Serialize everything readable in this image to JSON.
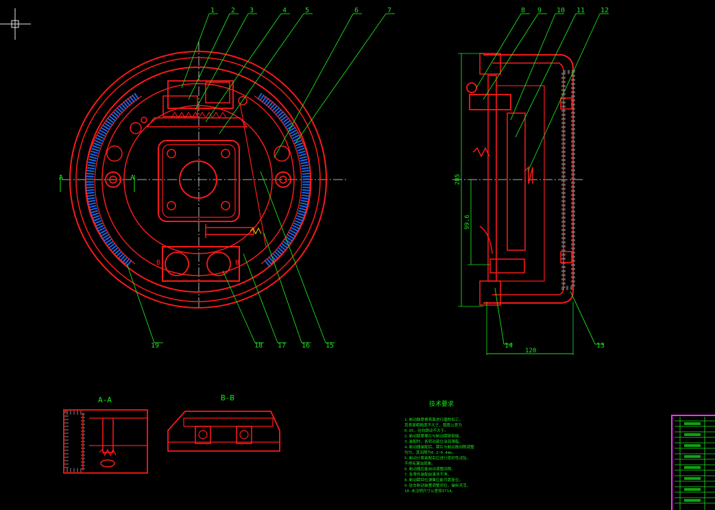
{
  "balloons_front": [
    "1",
    "2",
    "3",
    "4",
    "5",
    "6",
    "7"
  ],
  "balloons_side_top": [
    "8",
    "9",
    "10",
    "11",
    "12"
  ],
  "balloons_bottom": [
    "19",
    "18",
    "17",
    "16",
    "15"
  ],
  "balloons_side_bottom": [
    "14",
    "13"
  ],
  "section_marks": {
    "a_left": "A",
    "a_right": "A",
    "b_left": "B",
    "b_right": "B"
  },
  "dimensions": {
    "dia_outer": "285",
    "dia_inner": "99.6",
    "width": "120"
  },
  "section_titles": {
    "aa": "A-A",
    "bb": "B-B"
  },
  "notes_title": "技术要求",
  "notes": [
    "1.制动鼓摩擦表面进行磨削加工，",
    "  其表面粗糙度不大于，圆度公差为",
    "  0.05，径向跳动不大于。",
    "2.制动蹄摩擦片与制动蹄铁铆接，",
    "3.装配时，各转动部位涂润滑脂，",
    "4.制动器装配后，蹄片与制动鼓间隙调整",
    "  均匀，其间隙为0.2~0.4mm，",
    "5.制动分泵装配后应进行密封性试验，",
    "  不得有漏油现象。",
    "6.制动器应能自动调整间隙。",
    "7.各零件装配前清洗干净。",
    "8.制动蹄回位弹簧应能可靠复位。",
    "9.驻车制动装置调整到位，操纵灵活。",
    "10.未注明尺寸公差按IT14。"
  ],
  "colors": {
    "part": "#ff1a1a",
    "annotation": "#19e619",
    "centerline": "#e8e8e8",
    "titleblock": "#ff33ff"
  }
}
